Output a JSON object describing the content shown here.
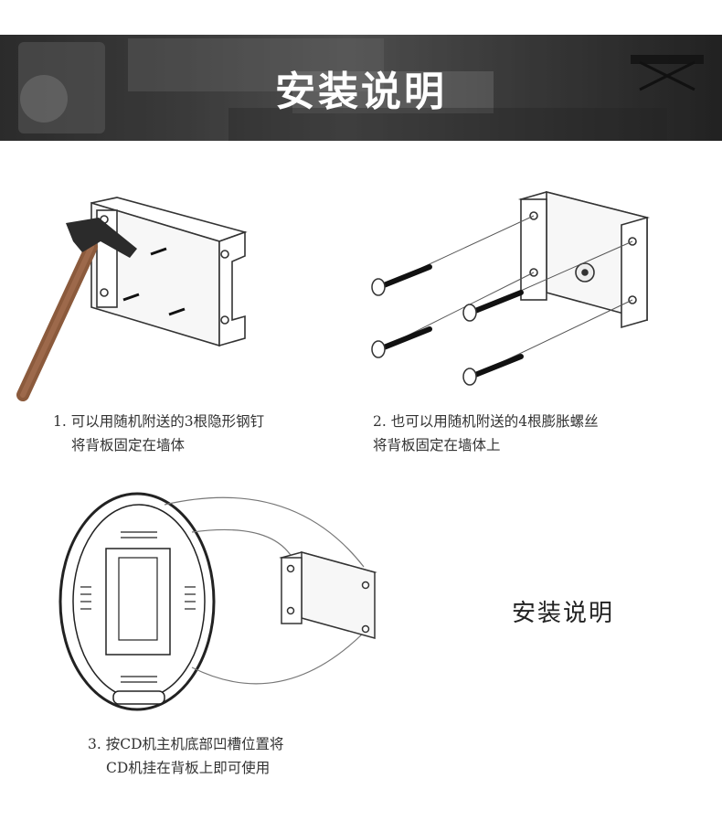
{
  "header": {
    "title": "安装说明"
  },
  "steps": [
    {
      "line1": "1. 可以用随机附送的3根隐形钢钉",
      "line2": "将背板固定在墙体"
    },
    {
      "line1": "2. 也可以用随机附送的4根膨胀螺丝",
      "line2": "将背板固定在墙体上"
    },
    {
      "line1": "3. 按CD机主机底部凹槽位置将",
      "line2": "CD机挂在背板上即可使用"
    }
  ],
  "side_title": "安装说明",
  "icons": [
    "hammer-icon",
    "nail-icon",
    "screw-icon",
    "wall-bracket-icon",
    "cd-player-icon"
  ]
}
